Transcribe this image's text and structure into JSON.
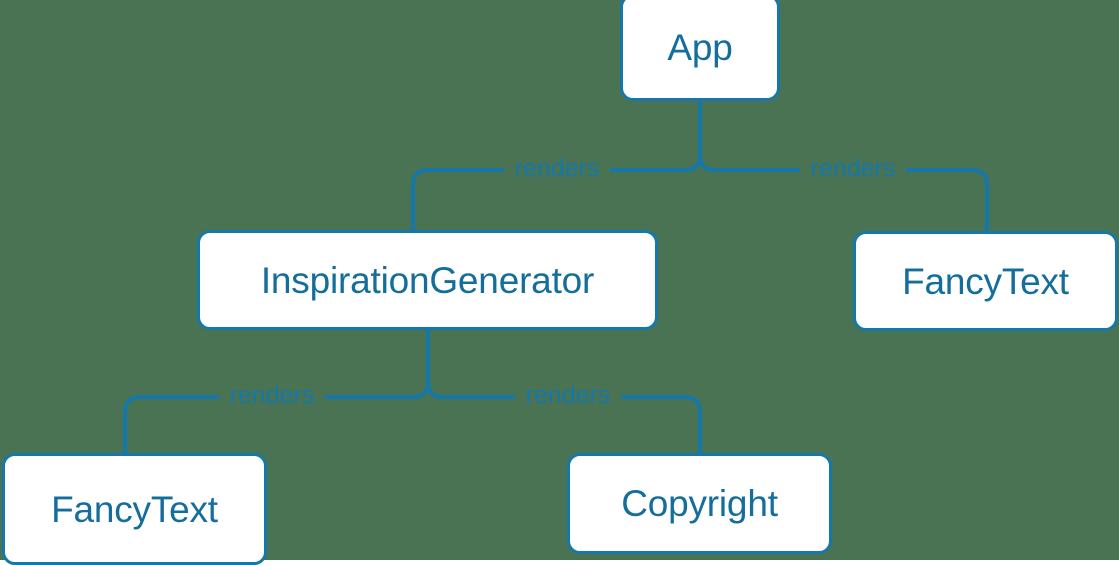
{
  "diagram": {
    "type": "component-tree",
    "background_color": "#4a7353",
    "node_fill_color": "#ffffff",
    "node_border_color": "#1578a8",
    "node_text_color": "#146e9c",
    "edge_color": "#1578a8",
    "edge_label_color": "#1578a8",
    "nodes": [
      {
        "id": "app",
        "label": "App"
      },
      {
        "id": "inspgen",
        "label": "InspirationGenerator"
      },
      {
        "id": "fancy_right",
        "label": "FancyText"
      },
      {
        "id": "fancy_left",
        "label": "FancyText"
      },
      {
        "id": "copyright",
        "label": "Copyright"
      }
    ],
    "edges": [
      {
        "from": "app",
        "to": "inspgen",
        "label": "renders"
      },
      {
        "from": "app",
        "to": "fancy_right",
        "label": "renders"
      },
      {
        "from": "inspgen",
        "to": "fancy_left",
        "label": "renders"
      },
      {
        "from": "inspgen",
        "to": "copyright",
        "label": "renders"
      }
    ]
  }
}
